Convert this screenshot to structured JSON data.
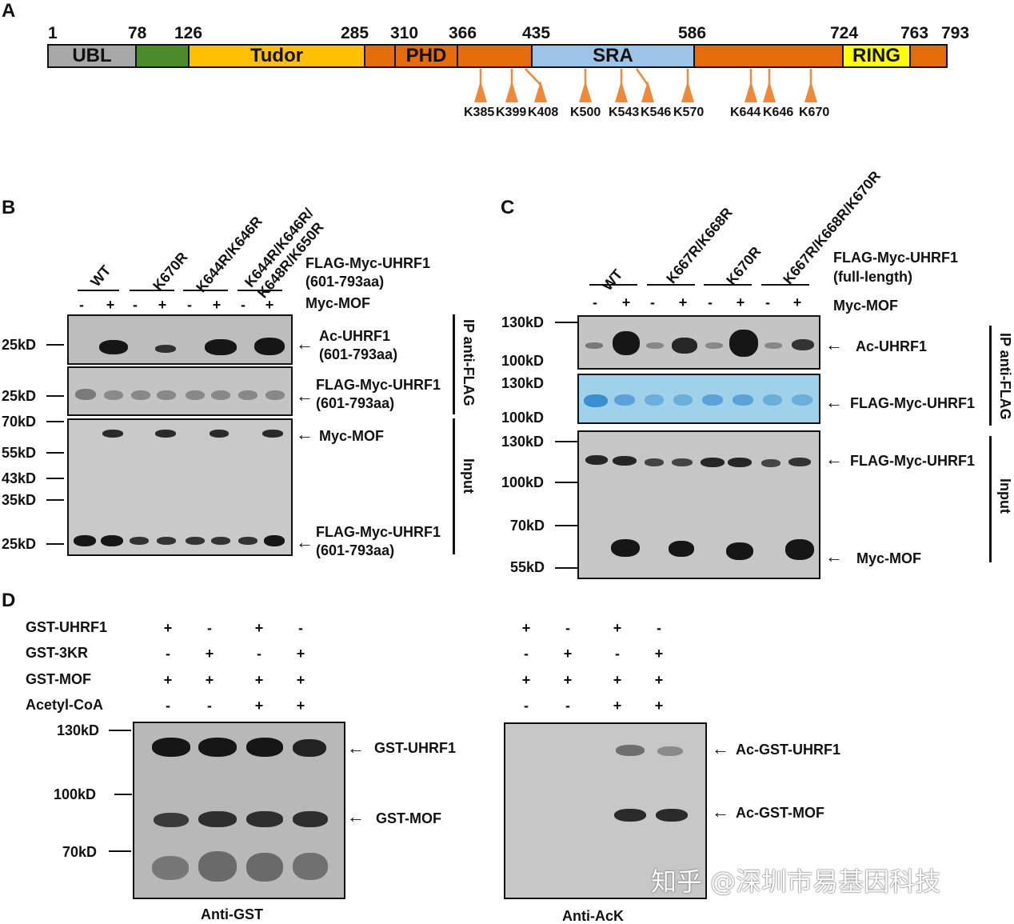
{
  "panel_A": {
    "letter": "A",
    "positions": [
      "1",
      "78",
      "126",
      "285",
      "310",
      "366",
      "435",
      "586",
      "724",
      "763",
      "793"
    ],
    "domains": [
      {
        "name": "UBL",
        "color": "#a8a8a8"
      },
      {
        "name": "",
        "color": "#4b8b2b"
      },
      {
        "name": "Tudor",
        "color": "#ffc000"
      },
      {
        "name": "",
        "color": "#e46c0a"
      },
      {
        "name": "PHD",
        "color": "#e46c0a"
      },
      {
        "name": "",
        "color": "#e46c0a"
      },
      {
        "name": "SRA",
        "color": "#9dc3e6"
      },
      {
        "name": "",
        "color": "#e46c0a"
      },
      {
        "name": "RING",
        "color": "#ffff00"
      },
      {
        "name": "",
        "color": "#e46c0a"
      }
    ],
    "lysine_sites": [
      "K385",
      "K399",
      "K408",
      "K500",
      "K543",
      "K546",
      "K570",
      "K644",
      "K646",
      "K670"
    ],
    "site_color": "#f0883a"
  },
  "panel_B": {
    "letter": "B",
    "constructs": [
      "WT",
      "K670R",
      "K644R/K646R",
      "K644R/K646R/\nK648R/K650R"
    ],
    "construct_label": [
      "FLAG-Myc-UHRF1",
      "(601-793aa)"
    ],
    "myc_mof_label": "Myc-MOF",
    "signs": [
      "-",
      "+",
      "-",
      "+",
      "-",
      "+",
      "-",
      "+"
    ],
    "mw_markers": [
      "25kD",
      "25kD",
      "70kD",
      "55kD",
      "43kD",
      "35kD",
      "25kD"
    ],
    "band_labels": [
      "Ac-UHRF1",
      "(601-793aa)",
      "FLAG-Myc-UHRF1",
      "(601-793aa)",
      "Myc-MOF",
      "FLAG-Myc-UHRF1",
      "(601-793aa)"
    ],
    "side_labels": [
      "IP anti-FLAG",
      "Input"
    ]
  },
  "panel_C": {
    "letter": "C",
    "constructs": [
      "WT",
      "K667R/K668R",
      "K670R",
      "K667R/K668R/K670R"
    ],
    "construct_label": [
      "FLAG-Myc-UHRF1",
      "(full-length)"
    ],
    "myc_mof_label": "Myc-MOF",
    "signs": [
      "-",
      "+",
      "-",
      "+",
      "-",
      "+",
      "-",
      "+"
    ],
    "mw_markers": [
      "130kD",
      "100kD",
      "130kD",
      "100kD",
      "130kD",
      "100kD",
      "70kD",
      "55kD"
    ],
    "band_labels": [
      "Ac-UHRF1",
      "FLAG-Myc-UHRF1",
      "FLAG-Myc-UHRF1",
      "Myc-MOF"
    ],
    "side_labels": [
      "IP anti-FLAG",
      "Input"
    ],
    "stain_color": "#9fd2ea"
  },
  "panel_D": {
    "letter": "D",
    "row_labels": [
      "GST-UHRF1",
      "GST-3KR",
      "GST-MOF",
      "Acetyl-CoA"
    ],
    "signs": [
      [
        "+",
        "-",
        "+",
        "-"
      ],
      [
        "-",
        "+",
        "-",
        "+"
      ],
      [
        "+",
        "+",
        "+",
        "+"
      ],
      [
        "-",
        "-",
        "+",
        "+"
      ]
    ],
    "mw_markers": [
      "130kD",
      "100kD",
      "70kD"
    ],
    "left_band_labels": [
      "GST-UHRF1",
      "GST-MOF"
    ],
    "right_band_labels": [
      "Ac-GST-UHRF1",
      "Ac-GST-MOF"
    ],
    "left_caption": "Anti-GST",
    "right_caption": "Anti-AcK"
  },
  "watermark": "知乎 @深圳市易基因科技"
}
